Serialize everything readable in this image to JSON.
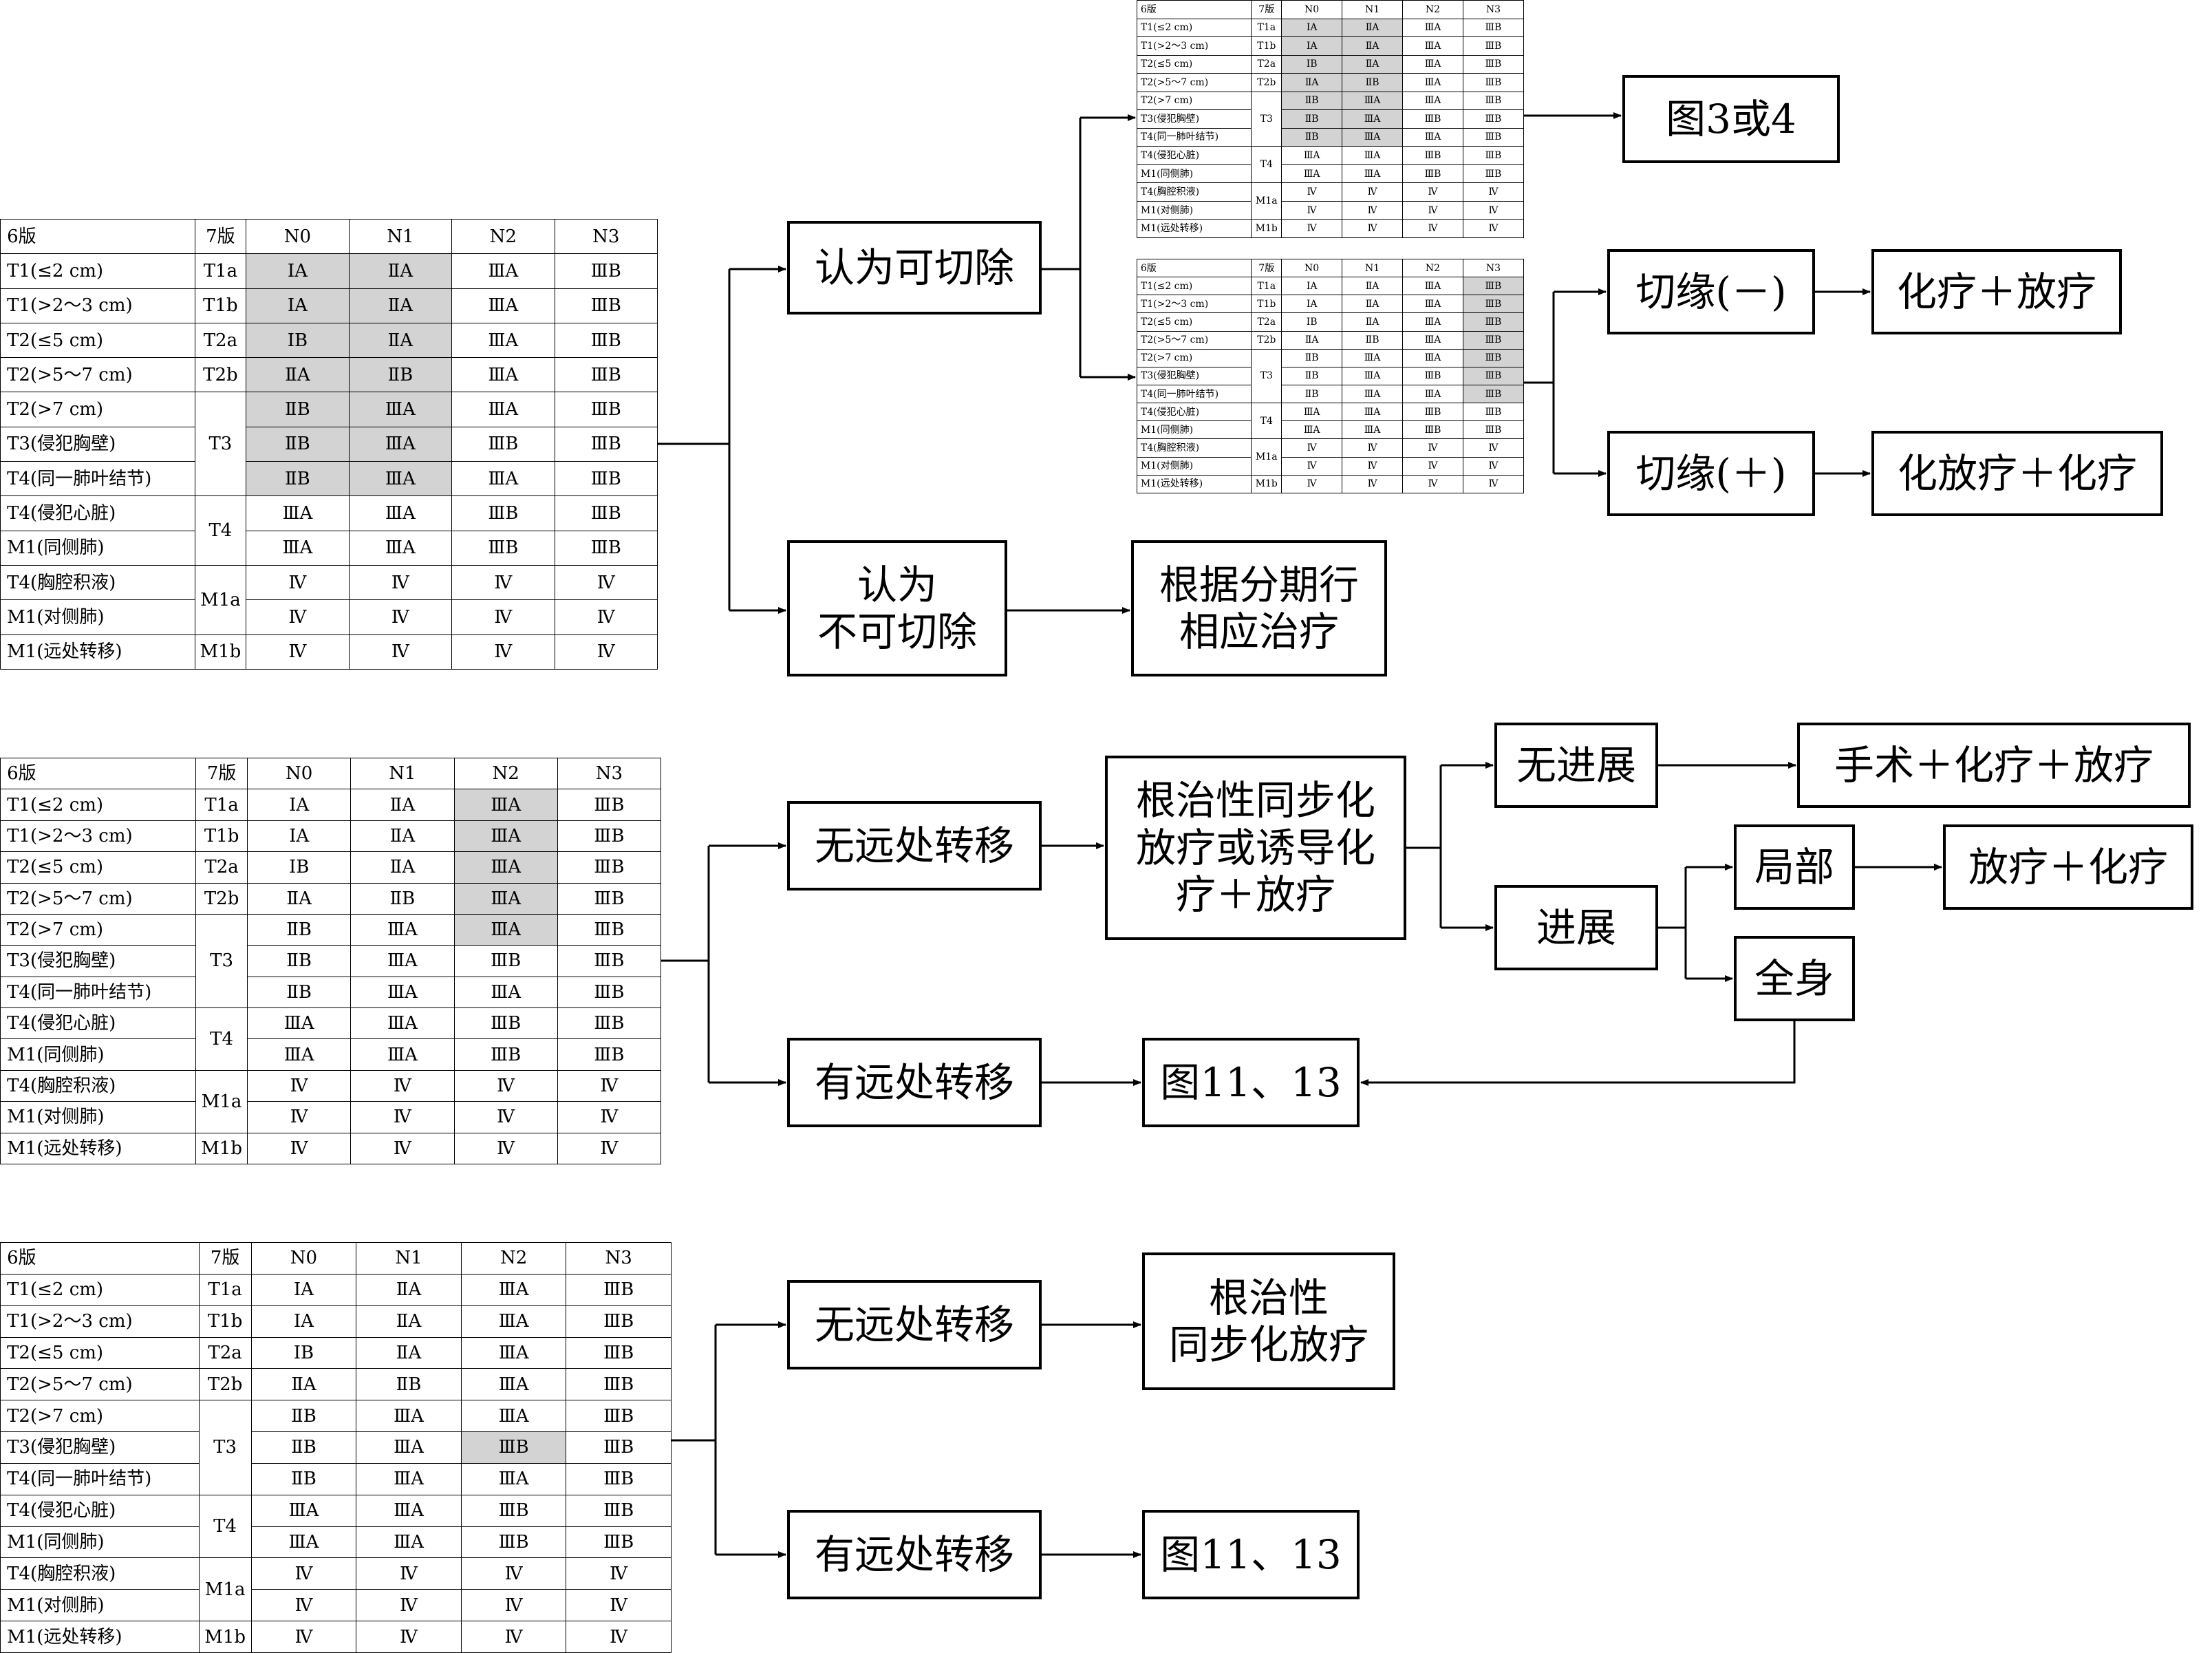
{
  "table_header": [
    "6版",
    "7版",
    "N0",
    "N1",
    "N2",
    "N3"
  ],
  "table_rows": [
    {
      "t6": "T1(≤2 cm)",
      "t7": "T1a",
      "n": [
        "ⅠA",
        "ⅡA",
        "ⅢA",
        "ⅢB"
      ]
    },
    {
      "t6": "T1(>2～3 cm)",
      "t7": "T1b",
      "n": [
        "ⅠA",
        "ⅡA",
        "ⅢA",
        "ⅢB"
      ]
    },
    {
      "t6": "T2(≤5 cm)",
      "t7": "T2a",
      "n": [
        "ⅠB",
        "ⅡA",
        "ⅢA",
        "ⅢB"
      ]
    },
    {
      "t6": "T2(>5～7 cm)",
      "t7": "T2b",
      "n": [
        "ⅡA",
        "ⅡB",
        "ⅢA",
        "ⅢB"
      ]
    },
    {
      "t6": "T2(>7 cm)",
      "t7": "T3",
      "n": [
        "ⅡB",
        "ⅢA",
        "ⅢA",
        "ⅢB"
      ]
    },
    {
      "t6": "T3(侵犯胸壁)",
      "t7": "",
      "n": [
        "ⅡB",
        "ⅢA",
        "ⅢB",
        "ⅢB"
      ]
    },
    {
      "t6": "T4(同一肺叶结节)",
      "t7": "",
      "n": [
        "ⅡB",
        "ⅢA",
        "ⅢA",
        "ⅢB"
      ]
    },
    {
      "t6": "T4(侵犯心脏)",
      "t7": "T4",
      "n": [
        "ⅢA",
        "ⅢA",
        "ⅢB",
        "ⅢB"
      ]
    },
    {
      "t6": "M1(同侧肺)",
      "t7": "",
      "n": [
        "ⅢA",
        "ⅢA",
        "ⅢB",
        "ⅢB"
      ]
    },
    {
      "t6": "T4(胸腔积液)",
      "t7": "M1a",
      "n": [
        "Ⅳ",
        "Ⅳ",
        "Ⅳ",
        "Ⅳ"
      ]
    },
    {
      "t6": "M1(对侧肺)",
      "t7": "",
      "n": [
        "Ⅳ",
        "Ⅳ",
        "Ⅳ",
        "Ⅳ"
      ]
    },
    {
      "t6": "M1(远处转移)",
      "t7": "M1b",
      "n": [
        "Ⅳ",
        "Ⅳ",
        "Ⅳ",
        "Ⅳ"
      ]
    }
  ],
  "tables": [
    {
      "id": "table-stage-1-2-resectable",
      "highlight": [
        [
          0,
          2
        ],
        [
          0,
          3
        ],
        [
          1,
          2
        ],
        [
          1,
          3
        ],
        [
          2,
          2
        ],
        [
          2,
          3
        ],
        [
          3,
          2
        ],
        [
          3,
          3
        ],
        [
          4,
          2
        ],
        [
          4,
          3
        ],
        [
          5,
          2
        ],
        [
          5,
          3
        ],
        [
          6,
          2
        ],
        [
          6,
          3
        ]
      ]
    },
    {
      "id": "table-stage-3a-n2",
      "highlight": [
        [
          0,
          4
        ],
        [
          1,
          4
        ],
        [
          2,
          4
        ],
        [
          3,
          4
        ],
        [
          4,
          4
        ]
      ]
    },
    {
      "id": "table-stage-3b",
      "highlight": [
        [
          5,
          4
        ]
      ]
    },
    {
      "id": "table-small-resectable-1",
      "highlight": [
        [
          0,
          2
        ],
        [
          0,
          3
        ],
        [
          1,
          2
        ],
        [
          1,
          3
        ],
        [
          2,
          2
        ],
        [
          2,
          3
        ],
        [
          3,
          2
        ],
        [
          3,
          3
        ],
        [
          4,
          2
        ],
        [
          4,
          3
        ],
        [
          5,
          2
        ],
        [
          5,
          3
        ],
        [
          6,
          2
        ],
        [
          6,
          3
        ]
      ]
    },
    {
      "id": "table-small-resectable-2",
      "highlight": [
        [
          0,
          5
        ],
        [
          1,
          5
        ],
        [
          2,
          5
        ],
        [
          3,
          5
        ],
        [
          4,
          5
        ],
        [
          5,
          5
        ],
        [
          6,
          5
        ]
      ]
    }
  ],
  "flow_boxes": {
    "resectable": "认为可切除",
    "unresectable": "认为\n不可切除",
    "treat_by_stage": "根据分期行\n相应治疗",
    "see_fig_3_or_4": "图3或4",
    "margin_negative": "切缘(－)",
    "chemo_radio_1": "化疗＋放疗",
    "margin_positive": "切缘(＋)",
    "chemoradio_chemo": "化放疗＋化疗",
    "no_distant_mets_1": "无远处转移",
    "radical_induction": "根治性同步化\n放疗或诱导化\n疗＋放疗",
    "no_progression": "无进展",
    "surgery_chemo_radio": "手术＋化疗＋放疗",
    "progression": "进展",
    "local": "局部",
    "radio_chemo": "放疗＋化疗",
    "systemic": "全身",
    "distant_mets_1": "有远处转移",
    "see_fig_11_13_1": "图11、13",
    "no_distant_mets_2": "无远处转移",
    "radical_concurrent": "根治性\n同步化放疗",
    "distant_mets_2": "有远处转移",
    "see_fig_11_13_2": "图11、13"
  }
}
